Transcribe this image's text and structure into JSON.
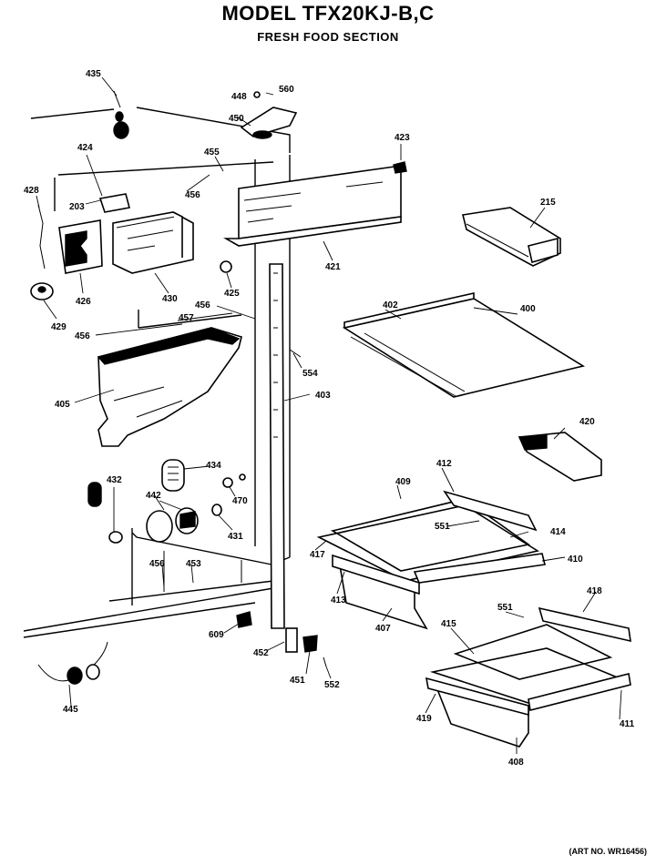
{
  "header": {
    "title": "MODEL TFX20KJ-B,C",
    "subtitle": "FRESH FOOD SECTION"
  },
  "footer": {
    "art_number": "(ART NO. WR16456)"
  },
  "callouts": {
    "p435": "435",
    "p448": "448",
    "p560": "560",
    "p450": "450",
    "p423": "423",
    "p424": "424",
    "p455": "455",
    "p428": "428",
    "p203": "203",
    "p456a": "456",
    "p215": "215",
    "p426": "426",
    "p430": "430",
    "p425": "425",
    "p421": "421",
    "p429": "429",
    "p456b": "456",
    "p456c": "456",
    "p457": "457",
    "p402": "402",
    "p400": "400",
    "p554": "554",
    "p405": "405",
    "p403": "403",
    "p420": "420",
    "p434": "434",
    "p412": "412",
    "p409": "409",
    "p432": "432",
    "p442": "442",
    "p470": "470",
    "p551a": "551",
    "p414": "414",
    "p431": "431",
    "p417": "417",
    "p410": "410",
    "p456d": "456",
    "p453": "453",
    "p413": "413",
    "p551b": "551",
    "p418": "418",
    "p407": "407",
    "p415": "415",
    "p609": "609",
    "p452": "452",
    "p451": "451",
    "p552": "552",
    "p419": "419",
    "p411": "411",
    "p445": "445",
    "p408": "408"
  }
}
